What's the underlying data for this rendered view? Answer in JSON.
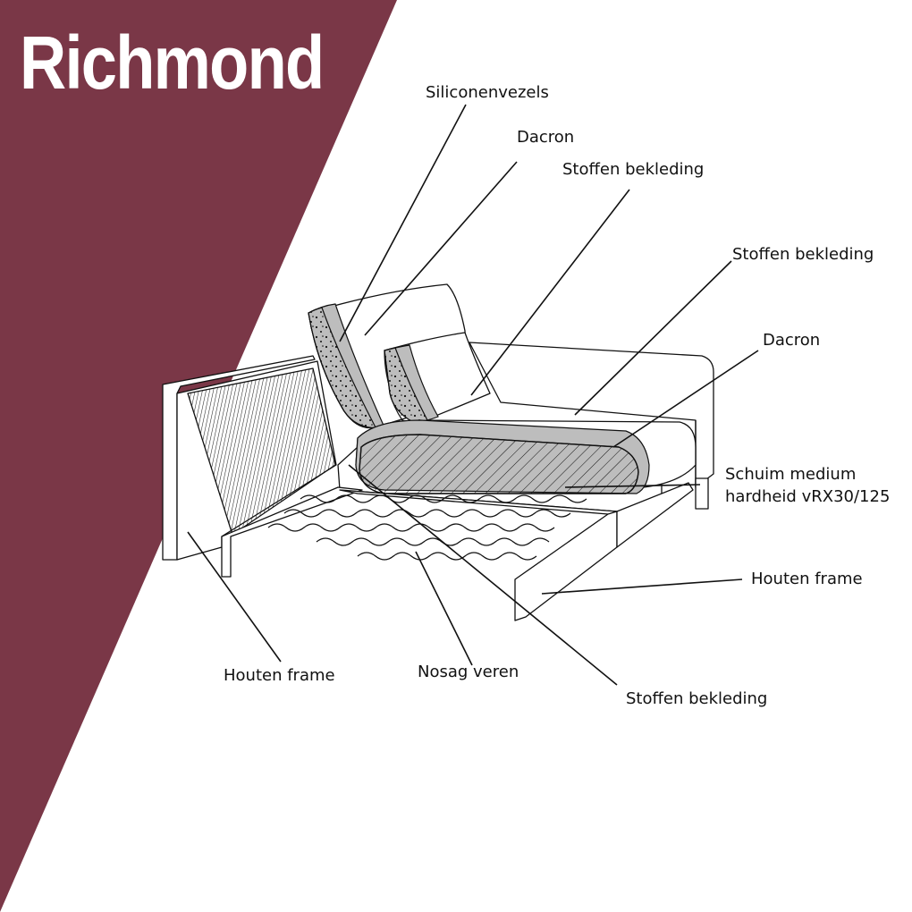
{
  "title": "Richmond",
  "colors": {
    "banner": "#7a3747",
    "line": "#111111",
    "accent_gray": "#bdbdbd"
  },
  "labels": {
    "siliconenvezels": "Siliconenvezels",
    "dacron_top": "Dacron",
    "stoffen_cushion": "Stoffen bekleding",
    "stoffen_arm": "Stoffen bekleding",
    "dacron_right": "Dacron",
    "schuim_line1": "Schuim medium",
    "schuim_line2": "hardheid vRX30/125",
    "houten_right": "Houten frame",
    "houten_left": "Houten frame",
    "nosag": "Nosag veren",
    "stoffen_bottom": "Stoffen bekleding"
  }
}
